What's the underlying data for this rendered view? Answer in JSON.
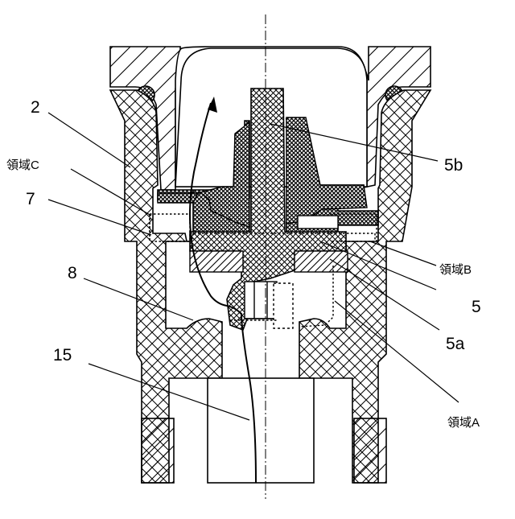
{
  "labels": {
    "part_2": "2",
    "region_c": "領域C",
    "part_7": "7",
    "part_8": "8",
    "part_15": "15",
    "part_5b": "5b",
    "region_b": "領域B",
    "part_5": "5",
    "part_5a": "5a",
    "region_a": "領域A"
  },
  "colors": {
    "line": "#000000",
    "background": "#ffffff"
  }
}
